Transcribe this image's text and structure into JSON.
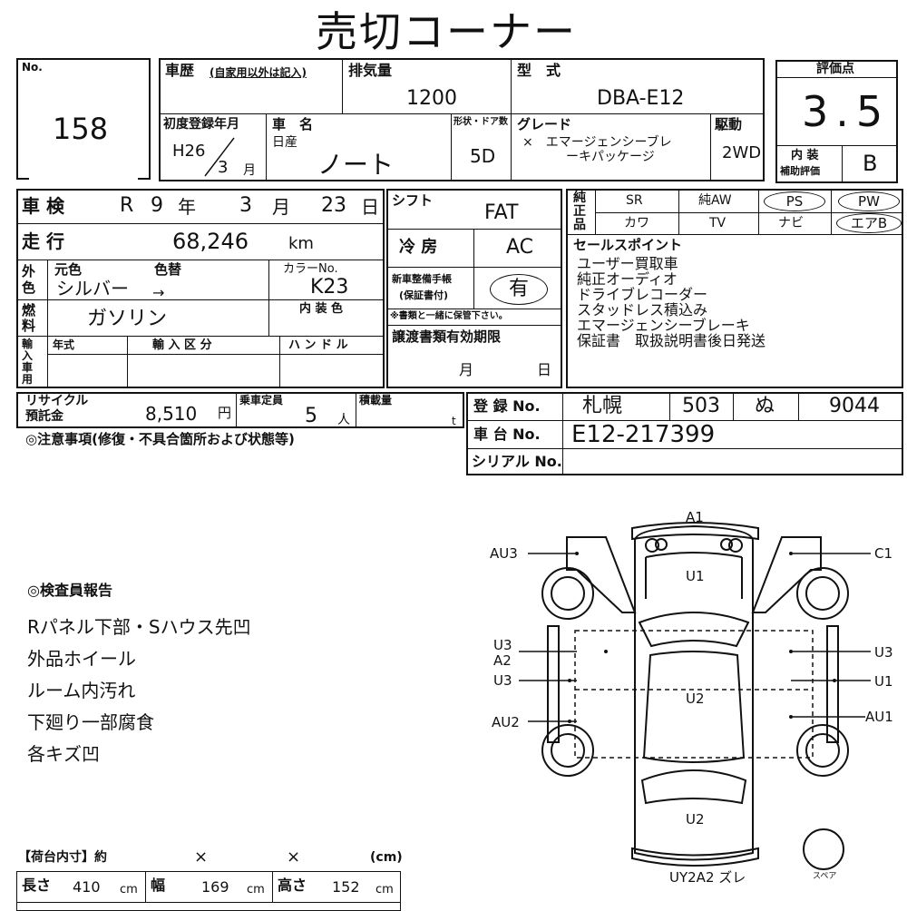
{
  "title": "売切コーナー",
  "no": {
    "label": "No.",
    "value": "158"
  },
  "history": {
    "label": "車歴",
    "note": "(自家用以外は記入)"
  },
  "displacement": {
    "label": "排気量",
    "value": "1200"
  },
  "model": {
    "label": "型　式",
    "value": "DBA-E12"
  },
  "rating": {
    "label": "評価点",
    "value": "3.5"
  },
  "first_reg": {
    "label": "初度登録年月",
    "era": "H26",
    "month": "3",
    "month_unit": "月"
  },
  "car_name": {
    "label": "車　名",
    "maker": "日産",
    "value": "ノート"
  },
  "doors": {
    "label": "形状・ドア数",
    "value": "5D"
  },
  "grade": {
    "label": "グレード",
    "line1": "×　エマージェンシーブレ",
    "line2": "ーキパッケージ"
  },
  "drive": {
    "label": "駆動",
    "value": "2WD"
  },
  "interior_rating": {
    "label1": "内 装",
    "label2": "補助評価",
    "value": "B"
  },
  "inspection": {
    "label": "車 検",
    "era": "R",
    "year": "9",
    "year_unit": "年",
    "month": "3",
    "month_unit": "月",
    "day": "23",
    "day_unit": "日"
  },
  "shift": {
    "label": "シフト",
    "value": "FAT"
  },
  "equipment": {
    "label": "純正品",
    "row1": [
      "SR",
      "純AW",
      "PS",
      "PW"
    ],
    "row2": [
      "カワ",
      "TV",
      "ナビ",
      "エアB"
    ]
  },
  "mileage": {
    "label": "走 行",
    "value": "68,246",
    "unit": "km"
  },
  "aircon": {
    "label": "冷 房",
    "value": "AC"
  },
  "selling_points": {
    "label": "セールスポイント",
    "items": [
      "ユーザー買取車",
      "純正オーディオ",
      "ドライブレコーダー",
      "スタッドレス積込み",
      "エマージェンシーブレーキ",
      "保証書　取扱説明書後日発送"
    ]
  },
  "color": {
    "side_label": "外色",
    "orig_label": "元色",
    "change_label": "色替",
    "code_label": "カラーNo.",
    "value": "シルバー",
    "arrow": "→",
    "code": "K23",
    "interior_label": "内 装 色"
  },
  "warranty_doc": {
    "label1": "新車整備手帳",
    "label2": "(保証書付)",
    "value": "有",
    "note": "※書類と一緒に保管下さい。"
  },
  "fuel": {
    "label": "燃料",
    "value": "ガソリン"
  },
  "import": {
    "label": "輸入車用",
    "year_label": "年式",
    "type_label": "輸 入 区 分",
    "handle_label": "ハ ン ド ル"
  },
  "transfer_docs": {
    "label": "譲渡書類有効期限",
    "month_unit": "月",
    "day_unit": "日"
  },
  "recycle": {
    "label1": "リサイクル",
    "label2": "預託金",
    "value": "8,510",
    "unit": "円"
  },
  "capacity": {
    "label": "乗車定員",
    "value": "5",
    "unit": "人"
  },
  "load": {
    "label": "積載量",
    "unit": "t"
  },
  "registration": {
    "label": "登 録 No.",
    "city": "札幌",
    "class": "503",
    "kana": "ぬ",
    "number": "9044"
  },
  "chassis": {
    "label": "車 台 No.",
    "value": "E12-217399"
  },
  "serial": {
    "label": "シリアル No."
  },
  "notes_heading": "◎注意事項(修復・不具合箇所および状態等)",
  "inspector": {
    "heading": "◎検査員報告",
    "lines": [
      "Rパネル下部・Sハウス先凹",
      "外品ホイール",
      "ルーム内汚れ",
      "下廻り一部腐食",
      "各キズ凹"
    ]
  },
  "cargo": {
    "heading": "【荷台内寸】約",
    "times1": "×",
    "times2": "×",
    "unit_cm": "(cm)",
    "length_label": "長さ",
    "length": "410",
    "width_label": "幅",
    "width": "169",
    "height_label": "高さ",
    "height": "152",
    "cm": "cm"
  },
  "diagram": {
    "labels": {
      "front_bumper": "A1",
      "left_front": "AU3",
      "right_front": "C1",
      "hood": "U1",
      "left_door_front": "U3",
      "left_door_front2": "A2",
      "left_door_rear": "U3",
      "left_rear": "AU2",
      "right_door_front": "U3",
      "right_door_rear": "U1",
      "right_rear": "AU1",
      "roof": "U2",
      "trunk": "U2",
      "rear_bumper": "UY2A2 ズレ",
      "spare": "スペア"
    }
  }
}
